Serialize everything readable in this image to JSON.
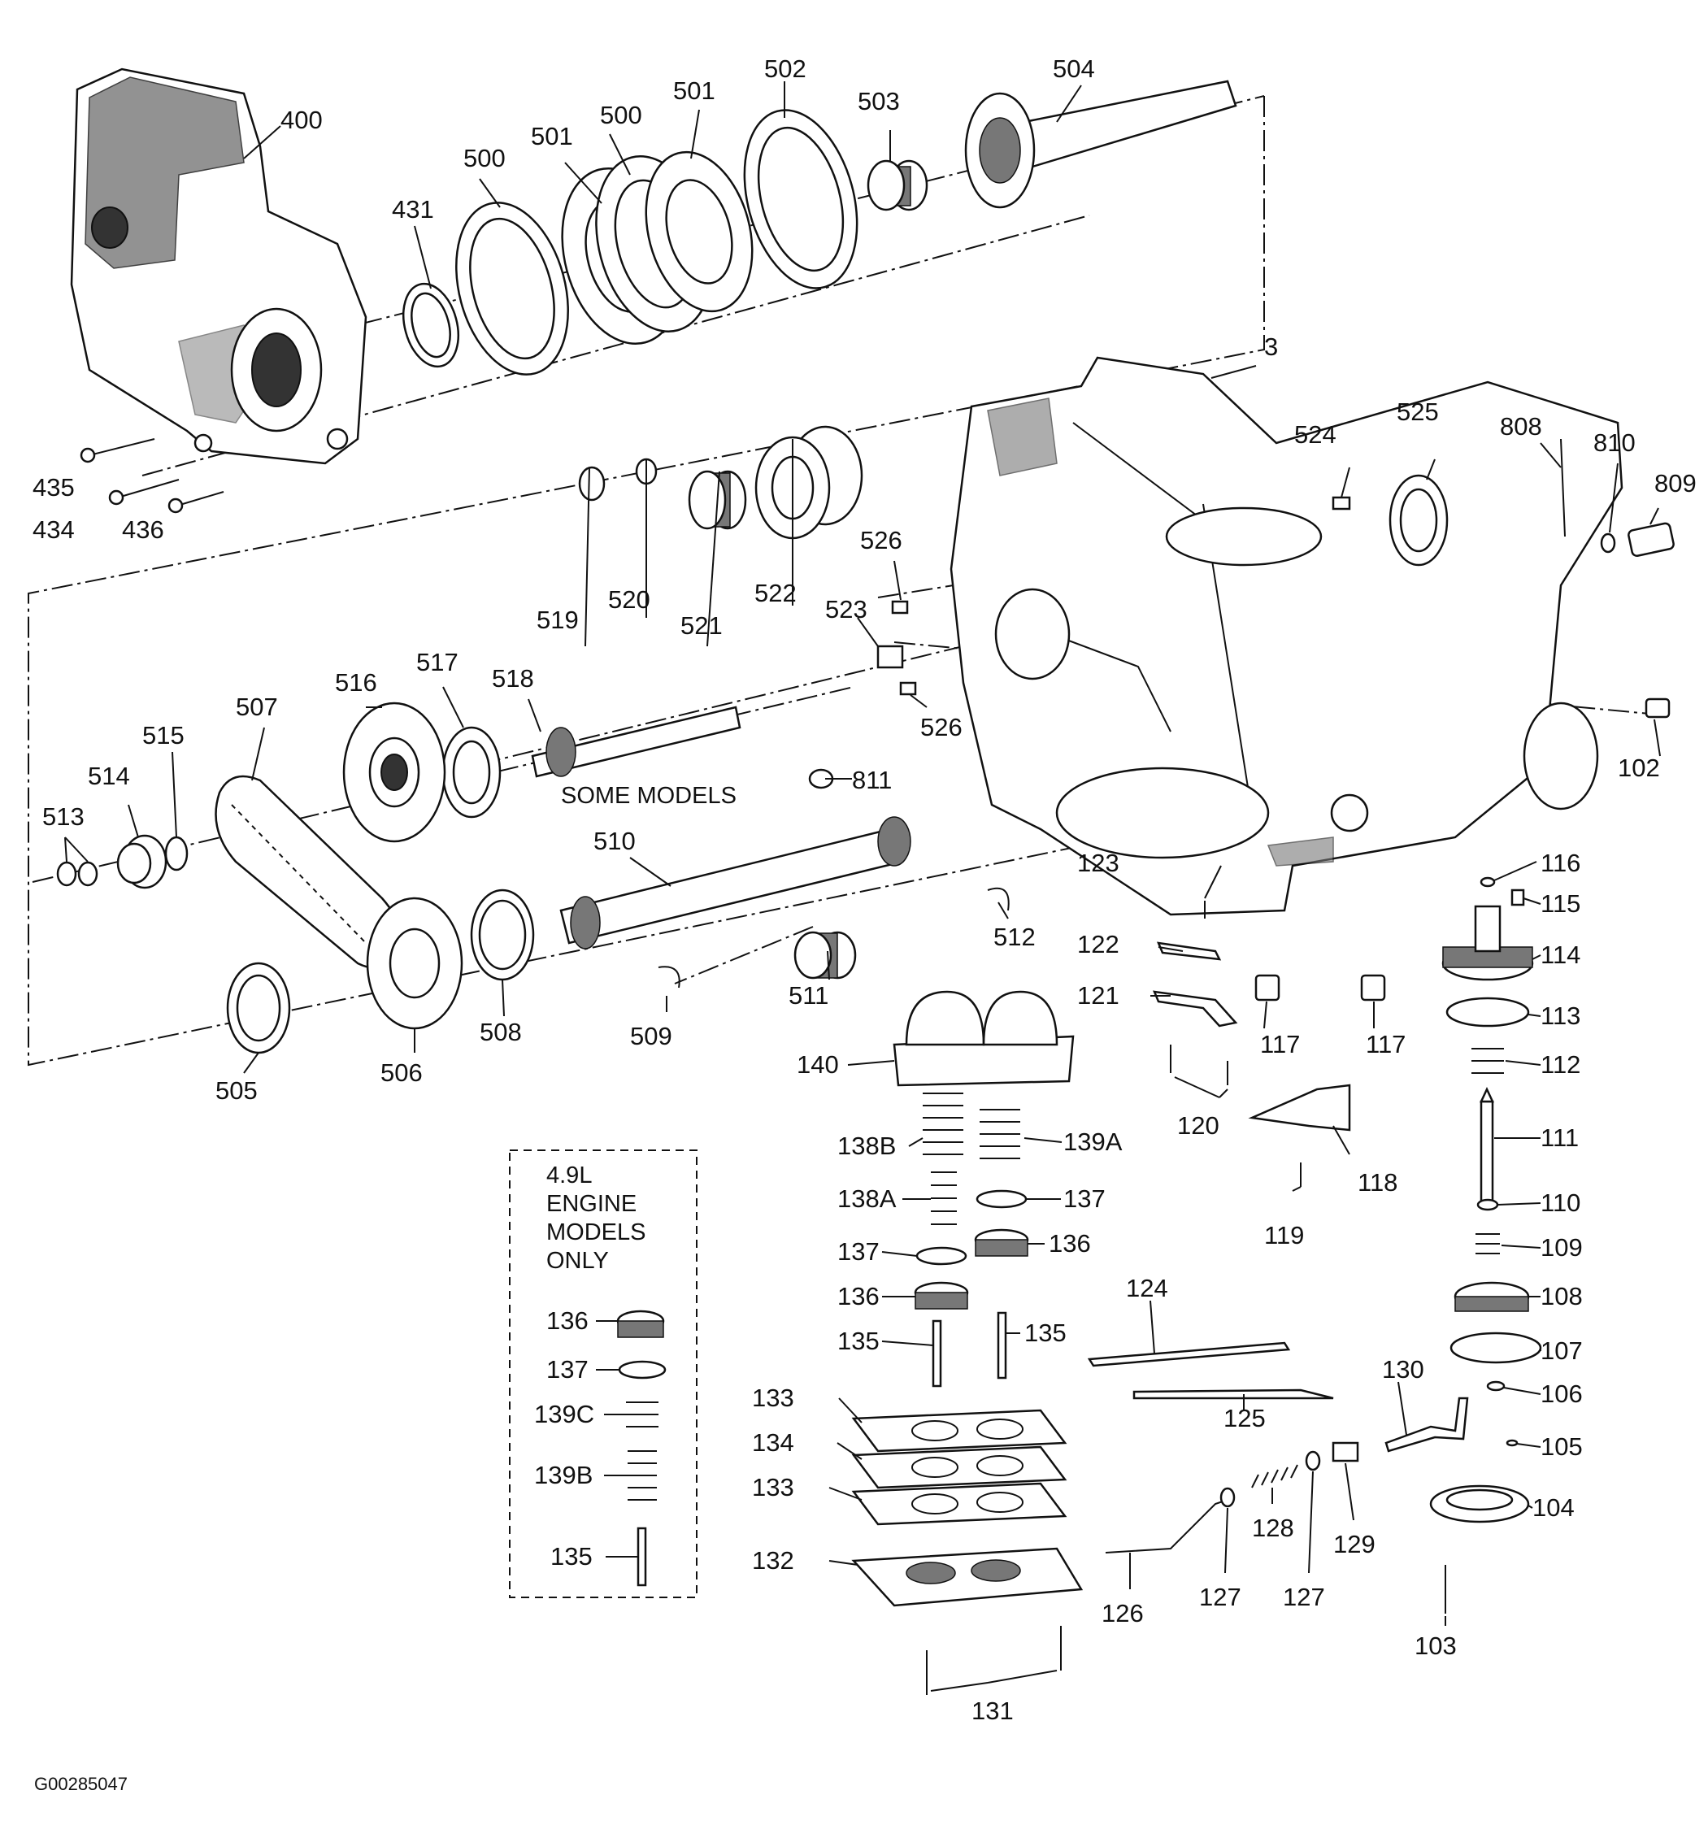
{
  "figure_id": "G00285047",
  "notes": {
    "some_models": "SOME MODELS",
    "engine_box": [
      "4.9L",
      "ENGINE",
      "MODELS",
      "ONLY"
    ]
  },
  "labels": {
    "l400": "400",
    "l431": "431",
    "l500a": "500",
    "l501a": "501",
    "l500b": "500",
    "l501b": "501",
    "l502": "502",
    "l503": "503",
    "l504": "504",
    "l435": "435",
    "l434": "434",
    "l436": "436",
    "l3": "3",
    "l524": "524",
    "l525": "525",
    "l808": "808",
    "l810": "810",
    "l809": "809",
    "l526a": "526",
    "l526b": "526",
    "l102": "102",
    "l519": "519",
    "l520": "520",
    "l521": "521",
    "l522": "522",
    "l523": "523",
    "l516": "516",
    "l517": "517",
    "l518": "518",
    "l507": "507",
    "l515": "515",
    "l514": "514",
    "l513": "513",
    "l811": "811",
    "l510": "510",
    "l512": "512",
    "l511": "511",
    "l509": "509",
    "l508": "508",
    "l506": "506",
    "l505": "505",
    "l123": "123",
    "l122": "122",
    "l121": "121",
    "l120": "120",
    "l117a": "117",
    "l117b": "117",
    "l118": "118",
    "l119": "119",
    "l116": "116",
    "l115": "115",
    "l114": "114",
    "l113": "113",
    "l112": "112",
    "l111": "111",
    "l110": "110",
    "l109": "109",
    "l108": "108",
    "l107": "107",
    "l106": "106",
    "l105": "105",
    "l104": "104",
    "l103": "103",
    "l140": "140",
    "l138B": "138B",
    "l139A": "139A",
    "l138A": "138A",
    "l137a": "137",
    "l137b": "137",
    "l136a": "136",
    "l136b": "136",
    "l135a": "135",
    "l135b": "135",
    "l133a": "133",
    "l134": "134",
    "l133b": "133",
    "l132": "132",
    "l131": "131",
    "l124": "124",
    "l125": "125",
    "l130": "130",
    "l126": "126",
    "l127a": "127",
    "l127b": "127",
    "l128": "128",
    "l129": "129",
    "l136c": "136",
    "l137c": "137",
    "l139C": "139C",
    "l139B": "139B",
    "l135c": "135"
  }
}
